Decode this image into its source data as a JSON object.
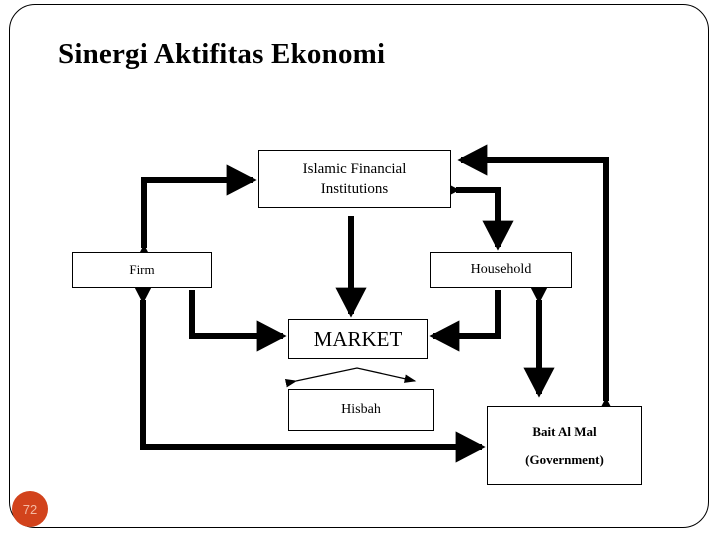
{
  "slide": {
    "title": "Sinergi Aktifitas Ekonomi",
    "page_number": "72",
    "accent_color": "#d2431c",
    "line_color": "#000000",
    "background_color": "#ffffff"
  },
  "diagram": {
    "type": "flow-diagram",
    "nodes": [
      {
        "id": "ifi",
        "lines": [
          "Islamic Financial",
          "Institutions"
        ]
      },
      {
        "id": "firm",
        "lines": [
          "Firm"
        ]
      },
      {
        "id": "house",
        "lines": [
          "Household"
        ]
      },
      {
        "id": "market",
        "lines": [
          "MARKET"
        ]
      },
      {
        "id": "hisbah",
        "lines": [
          "Hisbah"
        ]
      },
      {
        "id": "bait",
        "lines": [
          "Bait Al Mal",
          "(Government)"
        ]
      }
    ],
    "edges": [
      {
        "from": "firm",
        "to": "ifi",
        "style": "elbow",
        "heads": "both"
      },
      {
        "from": "ifi",
        "to": "house",
        "style": "elbow",
        "heads": "end"
      },
      {
        "from": "ifi",
        "to": "market",
        "style": "straight-down",
        "heads": "end"
      },
      {
        "from": "firm",
        "to": "market",
        "style": "elbow",
        "heads": "end"
      },
      {
        "from": "house",
        "to": "market",
        "style": "elbow",
        "heads": "end"
      },
      {
        "from": "house",
        "to": "bait",
        "style": "vertical",
        "heads": "both"
      },
      {
        "from": "bait",
        "to": "ifi",
        "style": "elbow-right",
        "heads": "both"
      },
      {
        "from": "hisbah",
        "to": "market",
        "style": "chevron",
        "heads": "both"
      },
      {
        "from": "firm",
        "to": "bait",
        "style": "elbow-bottom",
        "heads": "both"
      }
    ]
  }
}
